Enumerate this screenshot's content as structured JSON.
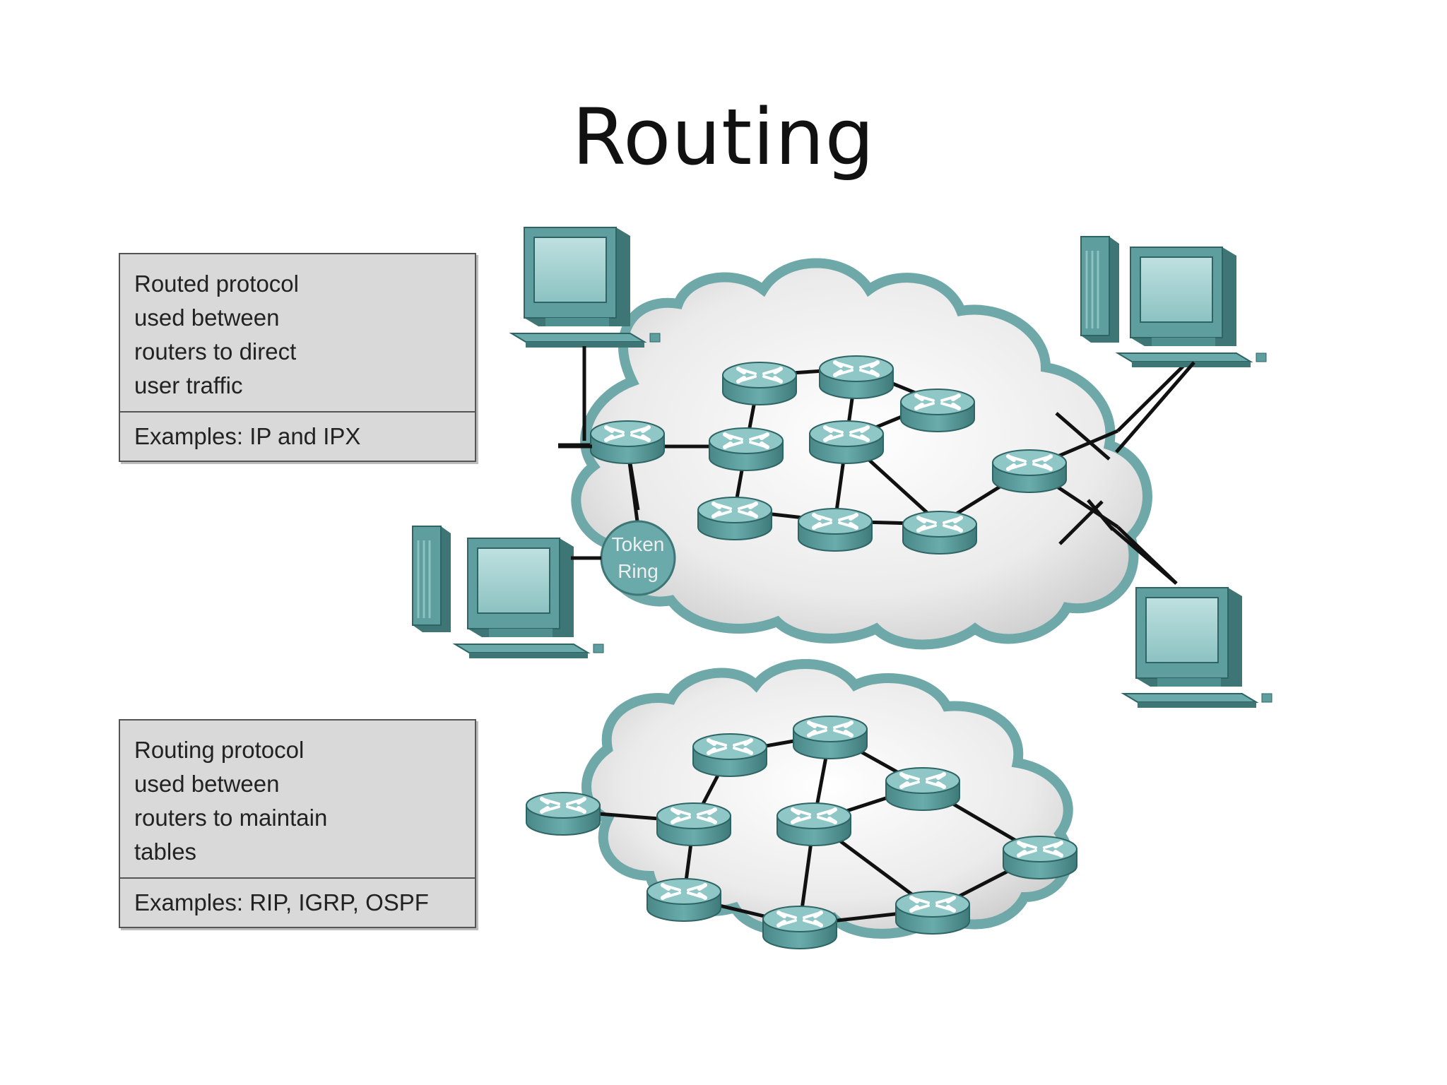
{
  "slide": {
    "title": "Routing"
  },
  "routed_box": {
    "lines": [
      "Routed protocol",
      "used between",
      "routers to direct",
      "user traffic"
    ],
    "examples": "Examples: IP and IPX"
  },
  "routing_box": {
    "lines": [
      "Routing protocol",
      "used between",
      "routers to maintain",
      "tables"
    ],
    "examples": "Examples: RIP, IGRP, OSPF"
  },
  "token_ring": {
    "line1": "Token",
    "line2": "Ring"
  },
  "colors": {
    "device": "#5e9e9e",
    "device_dark": "#3e7676",
    "device_light": "#a9d3d3",
    "cloud_outline": "#6fa8a8",
    "cloud_fill": "#eeeeee",
    "box_fill": "#d9d9d9"
  }
}
